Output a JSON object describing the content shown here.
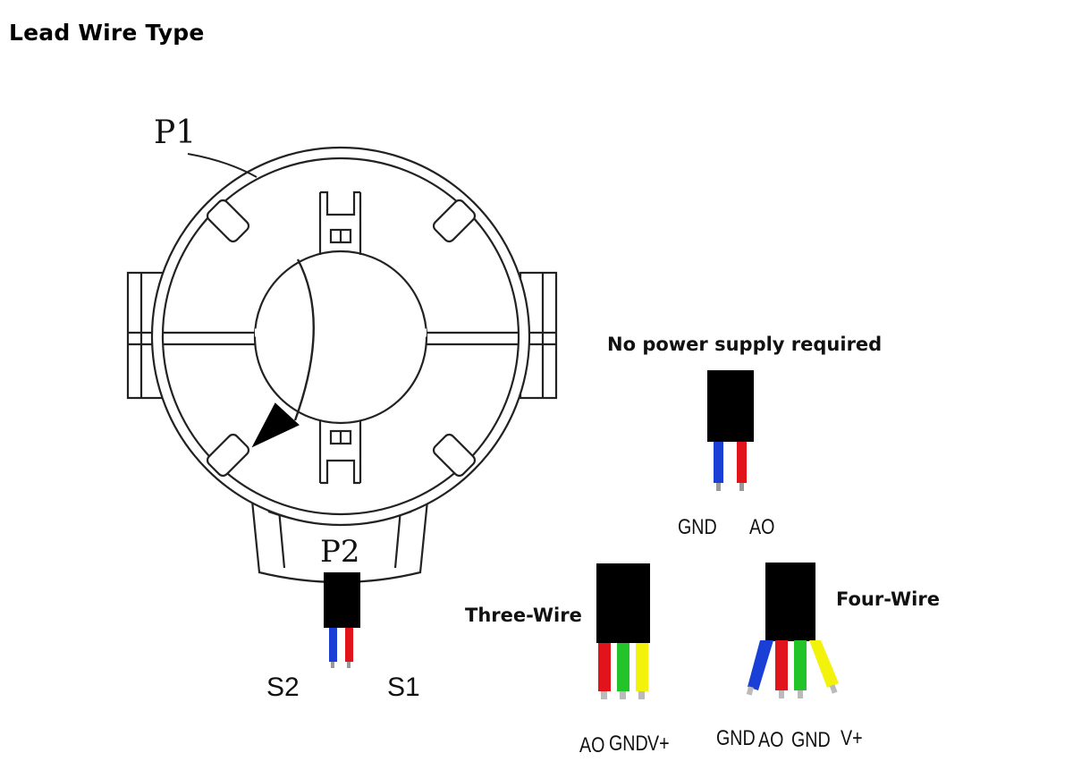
{
  "page": {
    "title": "Lead Wire Type"
  },
  "sensor": {
    "p1_label": "P1",
    "p2_label": "P2",
    "s2_label": "S2",
    "s1_label": "S1"
  },
  "two_wire": {
    "caption": "No power supply required",
    "wires": [
      "GND",
      "AO"
    ]
  },
  "three_wire": {
    "caption": "Three-Wire",
    "wires": [
      "AO",
      "GND",
      "V+"
    ]
  },
  "four_wire": {
    "caption": "Four-Wire",
    "wires": [
      "GND",
      "AO",
      "GND",
      "V+"
    ]
  },
  "colors": {
    "blue": "#1a3fd6",
    "red": "#e0141a",
    "green": "#22c42a",
    "yellow": "#f2f20a",
    "cable": "#000000"
  }
}
